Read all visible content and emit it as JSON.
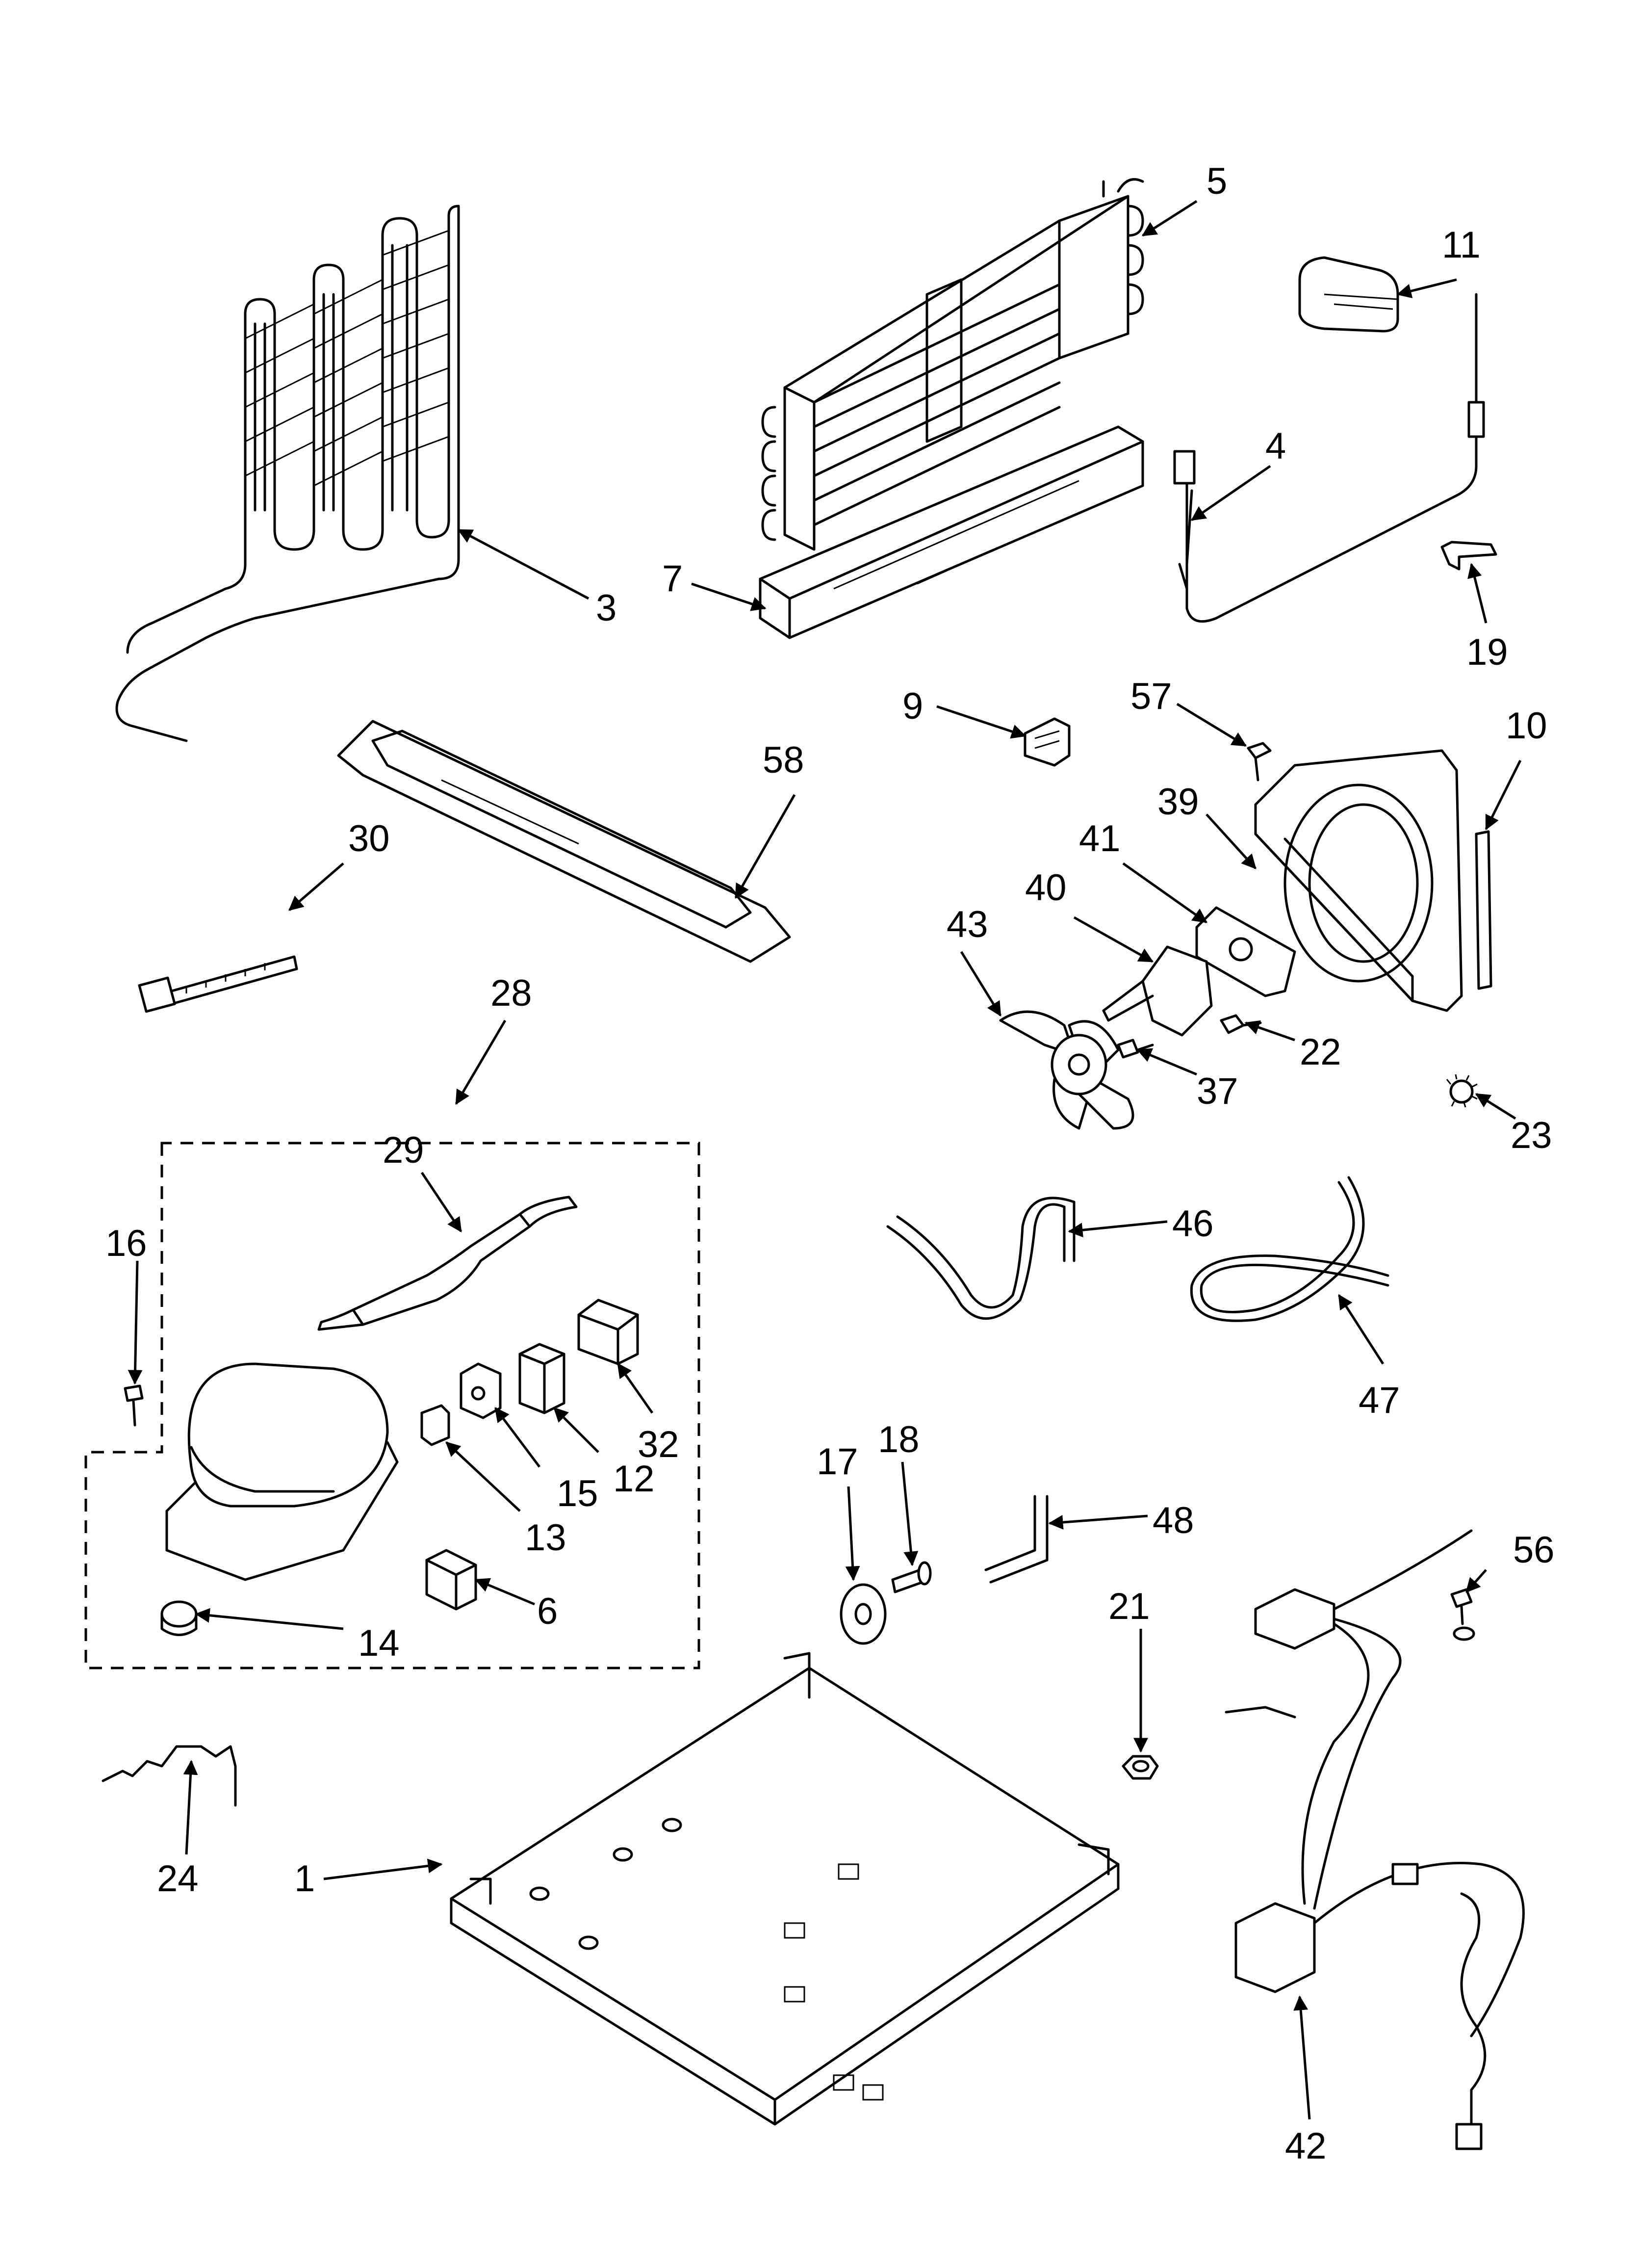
{
  "diagram": {
    "labels": {
      "p1": "1",
      "p3": "3",
      "p4": "4",
      "p5": "5",
      "p6": "6",
      "p7": "7",
      "p9": "9",
      "p10": "10",
      "p11": "11",
      "p12": "12",
      "p13": "13",
      "p14": "14",
      "p15": "15",
      "p16": "16",
      "p17": "17",
      "p18": "18",
      "p19": "19",
      "p21": "21",
      "p22": "22",
      "p23": "23",
      "p24": "24",
      "p28": "28",
      "p29": "29",
      "p30": "30",
      "p32": "32",
      "p37": "37",
      "p39": "39",
      "p40": "40",
      "p41": "41",
      "p42": "42",
      "p43": "43",
      "p46": "46",
      "p47": "47",
      "p48": "48",
      "p56": "56",
      "p57": "57",
      "p58": "58"
    }
  }
}
